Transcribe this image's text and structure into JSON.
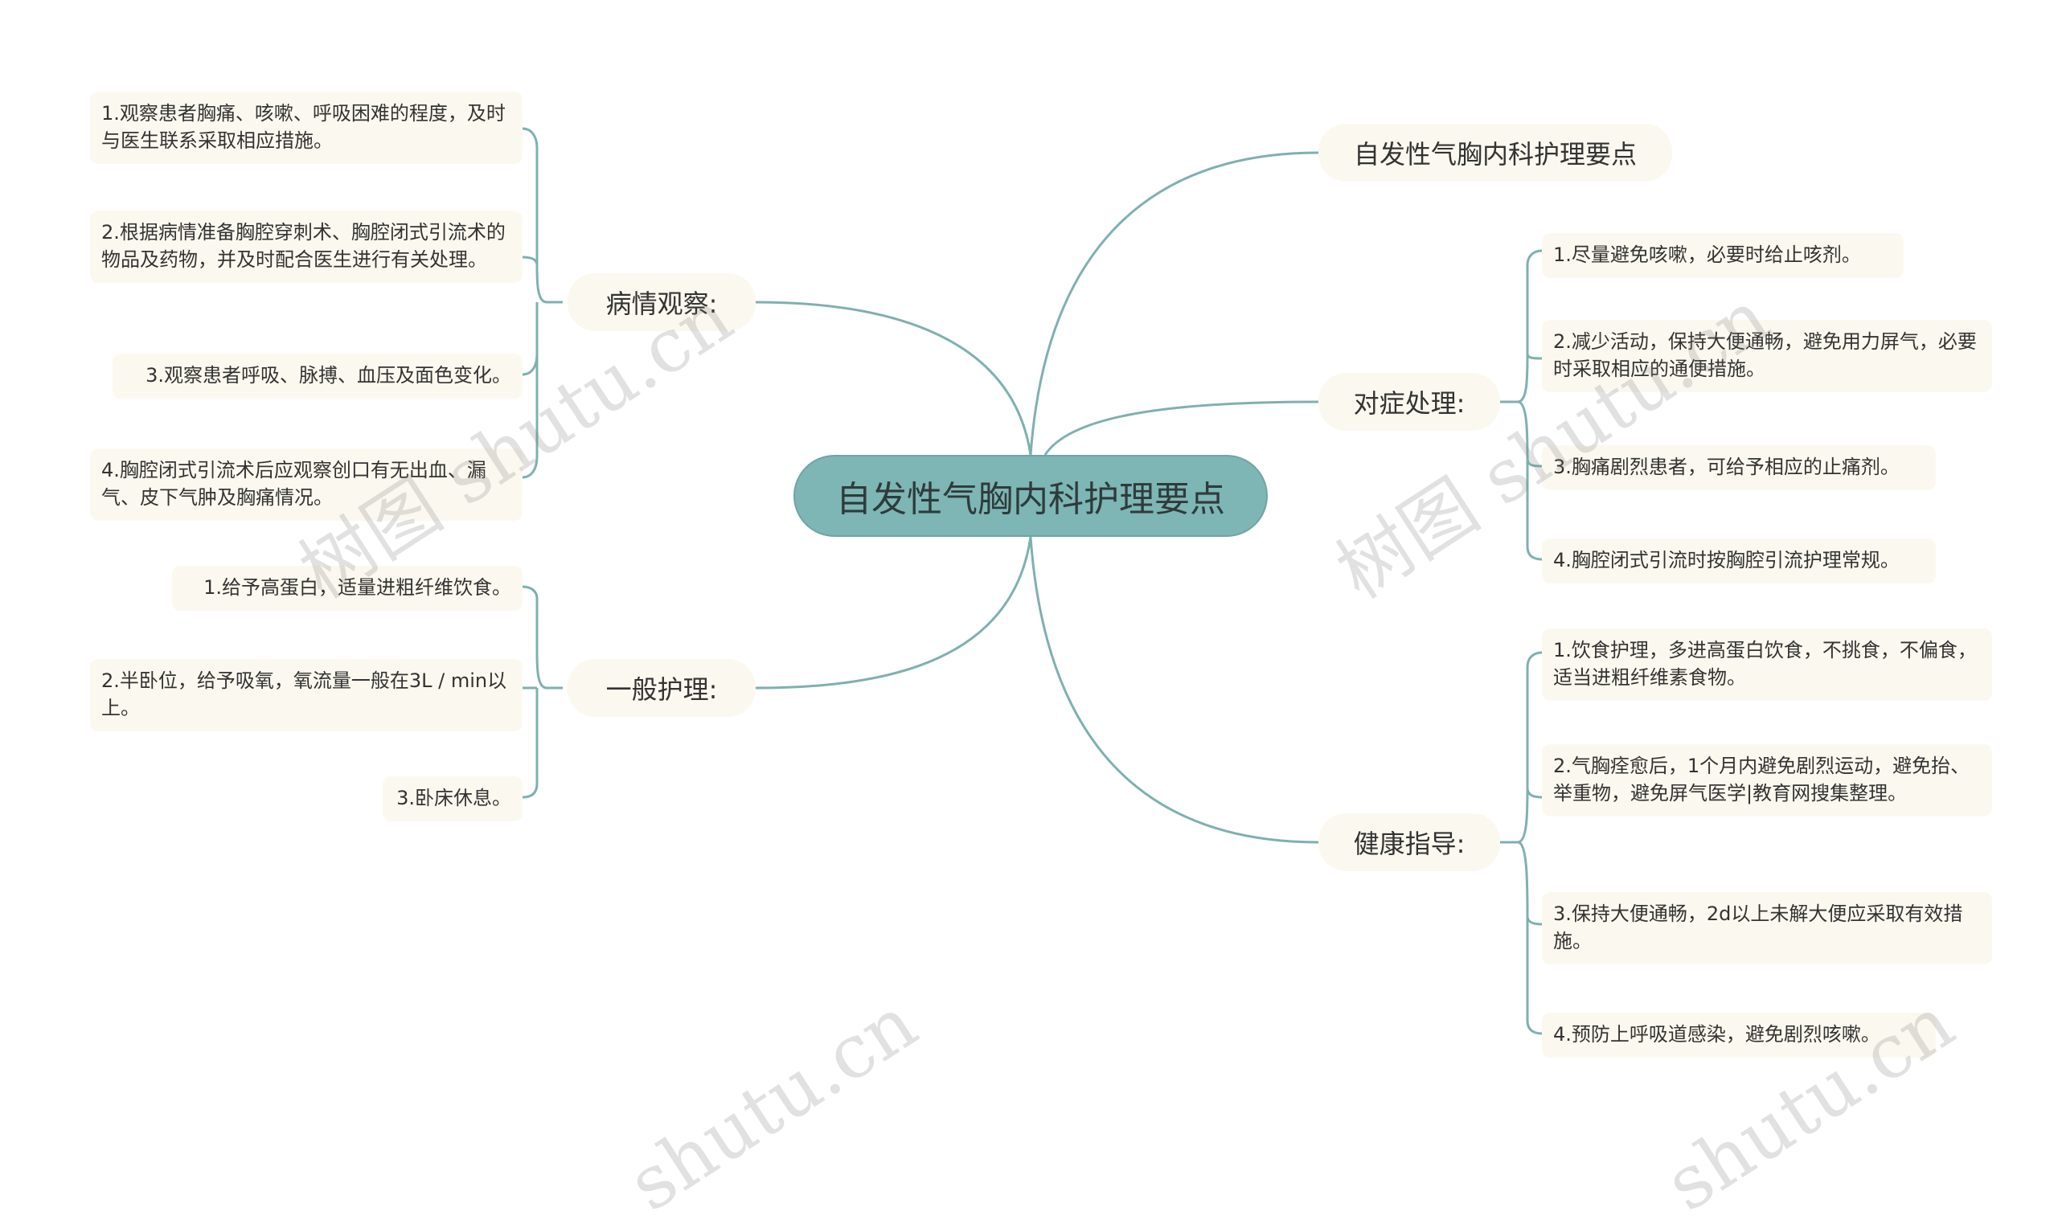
{
  "root": {
    "label": "自发性气胸内科护理要点"
  },
  "branches": {
    "title": {
      "label": "自发性气胸内科护理要点"
    },
    "observation": {
      "label": "病情观察:",
      "items": [
        "1.观察患者胸痛、咳嗽、呼吸困难的程度，及时与医生联系采取相应措施。",
        "2.根据病情准备胸腔穿刺术、胸腔闭式引流术的物品及药物，并及时配合医生进行有关处理。",
        "3.观察患者呼吸、脉搏、血压及面色变化。",
        "4.胸腔闭式引流术后应观察创口有无出血、漏气、皮下气肿及胸痛情况。"
      ]
    },
    "general_care": {
      "label": "一般护理:",
      "items": [
        "1.给予高蛋白，适量进粗纤维饮食。",
        "2.半卧位，给予吸氧，氧流量一般在3L / min以上。",
        "3.卧床休息。"
      ]
    },
    "symptomatic": {
      "label": "对症处理:",
      "items": [
        "1.尽量避免咳嗽，必要时给止咳剂。",
        "2.减少活动，保持大便通畅，避免用力屏气，必要时采取相应的通便措施。",
        "3.胸痛剧烈患者，可给予相应的止痛剂。",
        "4.胸腔闭式引流时按胸腔引流护理常规。"
      ]
    },
    "health_guidance": {
      "label": "健康指导:",
      "items": [
        "1.饮食护理，多进高蛋白饮食，不挑食，不偏食，适当进粗纤维素食物。",
        "2.气胸痊愈后，1个月内避免剧烈运动，避免抬、举重物，避免屏气医学|教育网搜集整理。",
        "3.保持大便通畅，2d以上未解大便应采取有效措施。",
        "4.预防上呼吸道感染，避免剧烈咳嗽。"
      ]
    }
  },
  "watermarks": [
    "树图 shutu.cn",
    "树图 shutu.cn",
    "shutu.cn",
    "shutu.cn"
  ],
  "colors": {
    "root_fill": "#7eb5b5",
    "connector": "#7fb0b0",
    "node_fill": "#fbf9ef"
  }
}
